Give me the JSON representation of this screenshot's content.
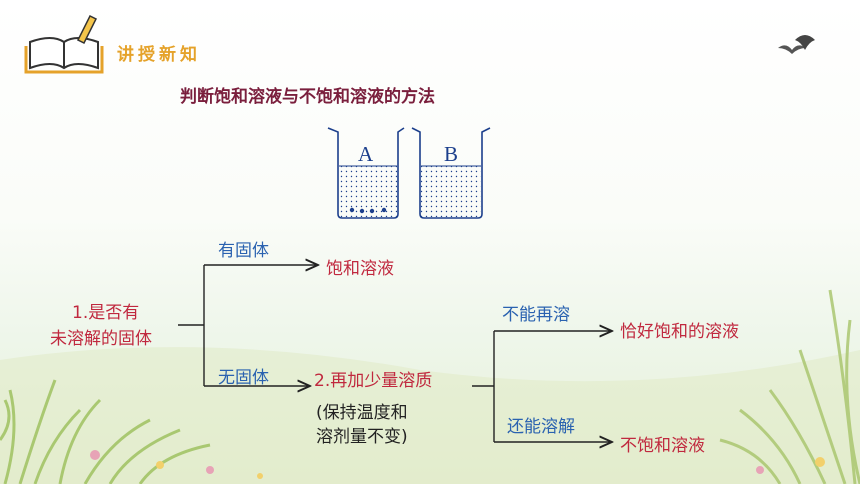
{
  "header": {
    "title": "讲授新知"
  },
  "title": "判断饱和溶液与不饱和溶液的方法",
  "beakers": [
    {
      "label": "A"
    },
    {
      "label": "B"
    }
  ],
  "flow": {
    "root": {
      "line1": "1.是否有",
      "line2": "未溶解的固体"
    },
    "branch_solid": {
      "label": "有固体",
      "result": "饱和溶液"
    },
    "branch_none": {
      "label": "无固体",
      "action": "2.再加少量溶质",
      "note_line1": "(保持温度和",
      "note_line2": "溶剂量不变)"
    },
    "branch_cannot": {
      "label": "不能再溶",
      "result": "恰好饱和的溶液"
    },
    "branch_can": {
      "label": "还能溶解",
      "result": "不饱和溶液"
    }
  },
  "colors": {
    "accent": "#e5a22a",
    "title": "#7a1f3d",
    "branch_label": "#2a62b0",
    "result": "#c0283e",
    "beaker": "#1c3f8c"
  }
}
